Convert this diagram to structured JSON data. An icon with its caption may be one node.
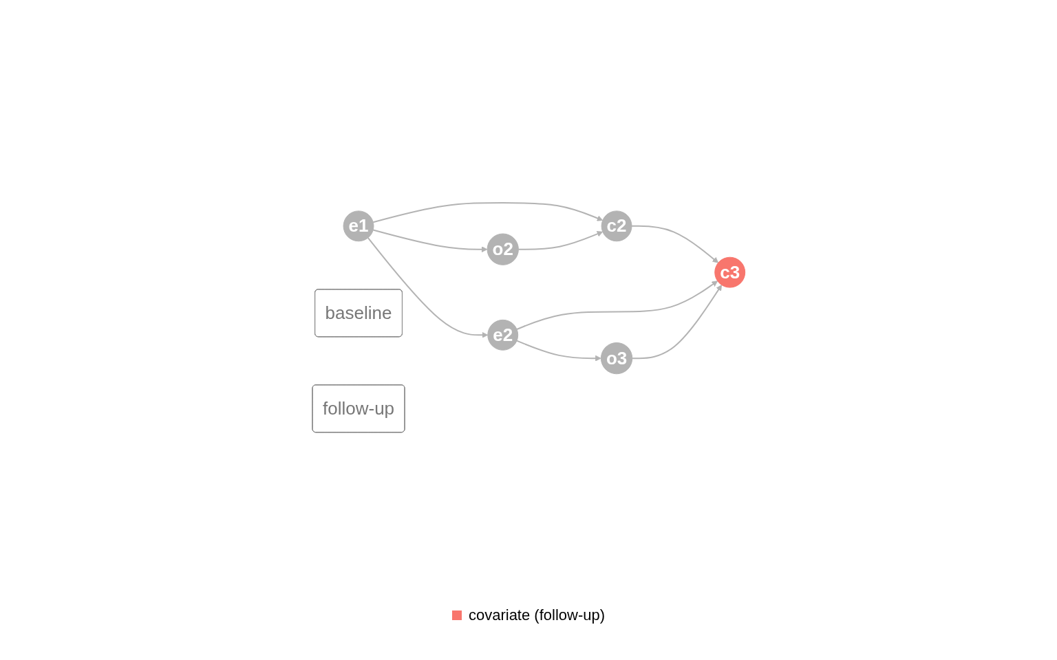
{
  "diagram": {
    "nodes": [
      {
        "text": [
          "c2"
        ]
      },
      {
        "text": [
          "c3"
        ]
      },
      {
        "text": [
          "o2"
        ]
      },
      {
        "text": [
          "o3"
        ]
      },
      {
        "text": [
          "e1"
        ]
      },
      {
        "text": [
          "e2"
        ]
      },
      {
        "text": [
          "baseline"
        ]
      },
      {
        "text": [
          "follow-up"
        ]
      }
    ],
    "edges": [
      {
        "from": 4,
        "to": 0,
        "arrow": "to"
      },
      {
        "from": 4,
        "to": 2,
        "arrow": "to"
      },
      {
        "from": 4,
        "to": 5,
        "arrow": "to"
      },
      {
        "from": 2,
        "to": 0,
        "arrow": "to"
      },
      {
        "from": 0,
        "to": 1,
        "arrow": "to"
      },
      {
        "from": 5,
        "to": 1,
        "arrow": "to"
      },
      {
        "from": 5,
        "to": 3,
        "arrow": "to"
      },
      {
        "from": 3,
        "to": 1,
        "arrow": "to"
      }
    ],
    "legend": [
      {
        "text": "covariate (follow-up)",
        "color": "#f8766d"
      }
    ]
  }
}
